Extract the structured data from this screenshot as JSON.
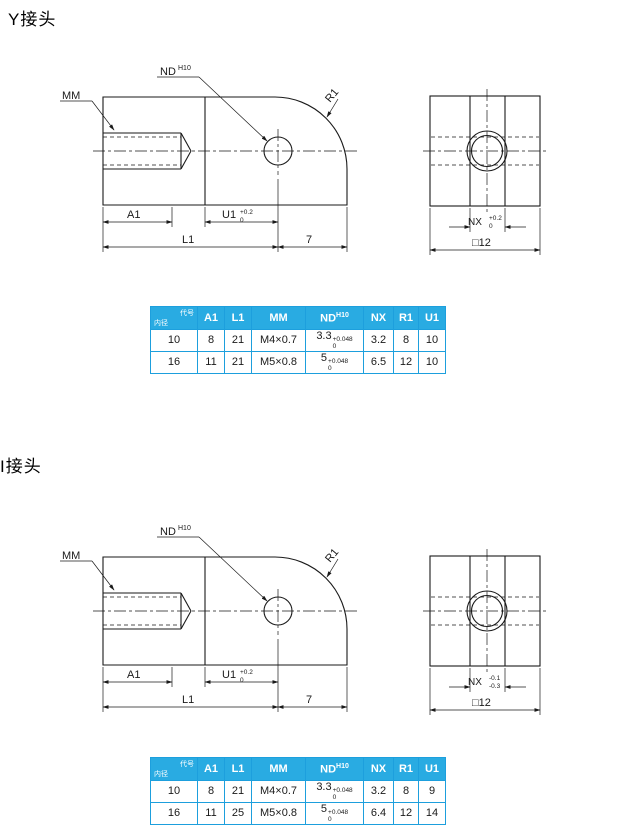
{
  "colors": {
    "page_bg": "#ffffff",
    "table_header_bg": "#29abe2",
    "table_border": "#1d9fdd",
    "line_color": "#1a1a1a"
  },
  "sections": [
    {
      "title": "Y接头",
      "drawing": {
        "mm": "MM",
        "nd": "ND",
        "nd_sup": "H10",
        "r1": "R1",
        "a1": "A1",
        "u1": "U1",
        "u1_tol_top": "+0.2",
        "u1_tol_bot": "0",
        "l1": "L1",
        "dim7": "7",
        "nx": "NX",
        "nx_tol_top": "+0.2",
        "nx_tol_bot": "0",
        "sq": "□12"
      },
      "table": {
        "corner_top": "代号",
        "corner_bot": "内径",
        "headers": [
          "A1",
          "L1",
          "MM",
          "ND",
          "NX",
          "R1",
          "U1"
        ],
        "nd_sup": "H10",
        "rows": [
          {
            "code": "10",
            "a1": "8",
            "l1": "21",
            "mm": "M4×0.7",
            "nd_val": "3.3",
            "nd_top": "+0.048",
            "nd_bot": "0",
            "nx": "3.2",
            "r1": "8",
            "u1": "10"
          },
          {
            "code": "16",
            "a1": "11",
            "l1": "21",
            "mm": "M5×0.8",
            "nd_val": "5",
            "nd_top": "+0.048",
            "nd_bot": "0",
            "nx": "6.5",
            "r1": "12",
            "u1": "10"
          }
        ]
      }
    },
    {
      "title": "I接头",
      "drawing": {
        "mm": "MM",
        "nd": "ND",
        "nd_sup": "H10",
        "r1": "R1",
        "a1": "A1",
        "u1": "U1",
        "u1_tol_top": "+0.2",
        "u1_tol_bot": "0",
        "l1": "L1",
        "dim7": "7",
        "nx": "NX",
        "nx_tol_top": "-0.1",
        "nx_tol_bot": "-0.3",
        "sq": "□12"
      },
      "table": {
        "corner_top": "代号",
        "corner_bot": "内径",
        "headers": [
          "A1",
          "L1",
          "MM",
          "ND",
          "NX",
          "R1",
          "U1"
        ],
        "nd_sup": "H10",
        "rows": [
          {
            "code": "10",
            "a1": "8",
            "l1": "21",
            "mm": "M4×0.7",
            "nd_val": "3.3",
            "nd_top": "+0.048",
            "nd_bot": "0",
            "nx": "3.2",
            "r1": "8",
            "u1": "9"
          },
          {
            "code": "16",
            "a1": "11",
            "l1": "25",
            "mm": "M5×0.8",
            "nd_val": "5",
            "nd_top": "+0.048",
            "nd_bot": "0",
            "nx": "6.4",
            "r1": "12",
            "u1": "14"
          }
        ]
      }
    }
  ]
}
